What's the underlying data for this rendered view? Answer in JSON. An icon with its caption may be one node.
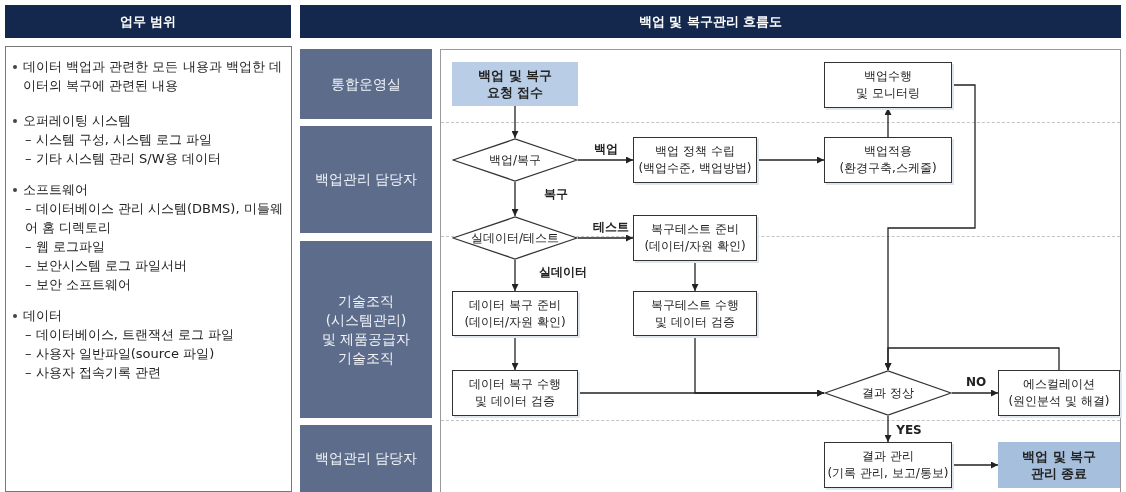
{
  "diagram": {
    "nodes": [
      {
        "text": [
          "업무 범위"
        ]
      },
      {
        "text": [
          "데이터 백업과 관련한 모든 내용과 백업한 데이터의 복구에 관련된 내용",
          "오퍼레이팅 시스템",
          "– 시스템 구성, 시스템 로그 파일",
          "– 기타 시스템 관리 S/W용 데이터",
          "소프트웨어",
          "– 데이터베이스 관리 시스템(DBMS), 미들웨어 홈 디렉토리",
          "– 웹 로그파일",
          "– 보안시스템 로그 파일서버",
          "– 보안 소프트웨어",
          "데이터",
          "– 데이터베이스, 트랜잭션 로그 파일",
          "– 사용자 일반파일(source 파일)",
          "– 사용자 접속기록 관련"
        ]
      },
      {
        "text": [
          "백업 및 복구관리 흐름도"
        ]
      },
      {
        "text": [
          "통합운영실"
        ]
      },
      {
        "text": [
          "백업관리 담당자"
        ]
      },
      {
        "text": [
          "기술조직 (시스템관리) 및 제품공급자 기술조직"
        ]
      },
      {
        "text": [
          "백업관리 담당자"
        ]
      },
      {
        "text": [
          "백업 및 복구 요청 접수"
        ]
      },
      {
        "text": [
          "백업/복구"
        ]
      },
      {
        "text": [
          "백업 정책 수립 (백업수준, 백업방법)"
        ]
      },
      {
        "text": [
          "백업적용 (환경구축,스케줄)"
        ]
      },
      {
        "text": [
          "백업수행 및 모니터링"
        ]
      },
      {
        "text": [
          "실데이터/테스트"
        ]
      },
      {
        "text": [
          "복구테스트 준비 (데이터/자원 확인)"
        ]
      },
      {
        "text": [
          "데이터 복구 준비 (데이터/자원 확인)"
        ]
      },
      {
        "text": [
          "복구테스트 수행 및 데이터 검증"
        ]
      },
      {
        "text": [
          "데이터 복구 수행 및 데이터 검증"
        ]
      },
      {
        "text": [
          "결과 정상"
        ]
      },
      {
        "text": [
          "에스컬레이션 (원인분석 및 해결)"
        ]
      },
      {
        "text": [
          "결과 관리 (기록 관리, 보고/통보)"
        ]
      },
      {
        "text": [
          "백업 및 복구 관리 종료"
        ]
      }
    ],
    "edges": [
      {
        "from": 7,
        "to": 8,
        "arrow": "to"
      },
      {
        "from": 8,
        "to": 9,
        "arrow": "to",
        "label": "백업"
      },
      {
        "from": 9,
        "to": 10,
        "arrow": "to"
      },
      {
        "from": 10,
        "to": 11,
        "arrow": "to"
      },
      {
        "from": 11,
        "to": 17,
        "arrow": "to"
      },
      {
        "from": 8,
        "to": 12,
        "arrow": "to",
        "label": "복구"
      },
      {
        "from": 12,
        "to": 13,
        "arrow": "to",
        "label": "테스트"
      },
      {
        "from": 12,
        "to": 14,
        "arrow": "to",
        "label": "실데이터"
      },
      {
        "from": 13,
        "to": 15,
        "arrow": "to"
      },
      {
        "from": 14,
        "to": 16,
        "arrow": "to"
      },
      {
        "from": 15,
        "to": 17,
        "arrow": "to"
      },
      {
        "from": 16,
        "to": 17,
        "arrow": "to"
      },
      {
        "from": 17,
        "to": 18,
        "arrow": "to",
        "label": "NO"
      },
      {
        "from": 18,
        "to": 17,
        "arrow": "to"
      },
      {
        "from": 17,
        "to": 19,
        "arrow": "to",
        "label": "YES"
      },
      {
        "from": 19,
        "to": 20,
        "arrow": "to"
      }
    ]
  }
}
